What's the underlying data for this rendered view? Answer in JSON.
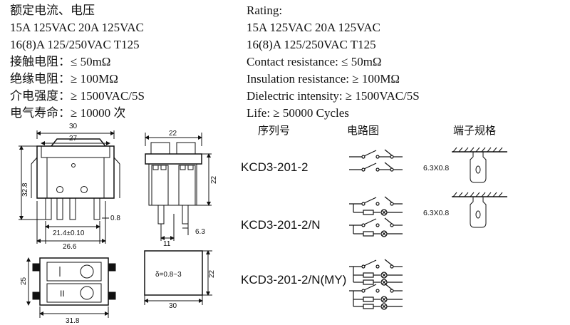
{
  "specs_cn": [
    "额定电流、电压",
    "15A 125VAC  20A 125VAC",
    "16(8)A 125/250VAC T125",
    "接触电阻：≤ 50mΩ",
    "绝缘电阻：≥ 100MΩ",
    "介电强度：≥ 1500VAC/5S",
    "电气寿命：≥ 10000 次"
  ],
  "specs_en": [
    "Rating:",
    "15A 125VAC  20A 125VAC",
    "16(8)A 125/250VAC T125",
    "Contact resistance: ≤ 50mΩ",
    "Insulation resistance: ≥ 100MΩ",
    "Dielectric intensity: ≥ 1500VAC/5S",
    "Life: ≥ 50000 Cycles"
  ],
  "table_headers": {
    "model": "序列号",
    "circuit": "电路图",
    "terminal": "端子规格"
  },
  "models": [
    "KCD3-201-2",
    "KCD3-201-2/N",
    "KCD3-201-2/N(MY)"
  ],
  "terminal_spec": "6.3X0.8",
  "dimensions": {
    "front_width_outer": "30",
    "front_width_inner": "27",
    "front_height": "32.8",
    "terminal_pitch": "21.4±0.10",
    "base_width": "26.6",
    "terminal_thickness": "0.8",
    "side_width": "22",
    "side_height": "22",
    "side_pin_offset": "11",
    "side_pin_width": "6.3",
    "bottom_width": "31.8",
    "bottom_height": "25",
    "panel_width": "30",
    "panel_height": "22",
    "panel_thickness": "δ=0.8~3",
    "rocker_on_mark": "II"
  }
}
